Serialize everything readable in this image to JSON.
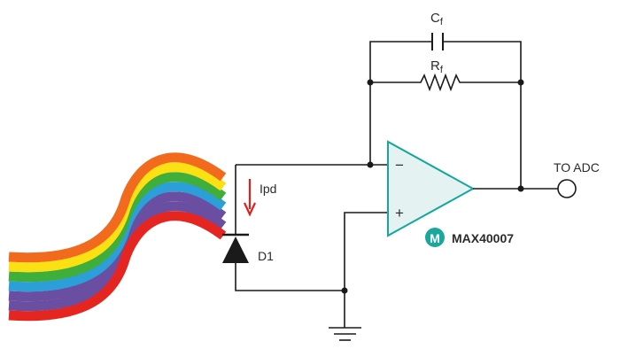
{
  "diagram": {
    "labels": {
      "capacitor": "C",
      "capacitor_sub": "f",
      "resistor": "R",
      "resistor_sub": "f",
      "output": "TO ADC",
      "current": "Ipd",
      "diode": "D1",
      "opamp_minus": "−",
      "opamp_plus": "+",
      "part_number": "MAX40007"
    },
    "colors": {
      "opamp_fill": "#e4f3f2",
      "opamp_stroke": "#14a89c",
      "logo": "#1aa89c",
      "current_arrow": "#e0201c",
      "rainbow": [
        "#e52620",
        "#f26a1d",
        "#fbe014",
        "#3fae3a",
        "#2c9fd9",
        "#6a4ea1"
      ]
    },
    "icons": {
      "logo": "maxim-logo-icon",
      "current_arrow": "arrow-down-icon"
    }
  }
}
